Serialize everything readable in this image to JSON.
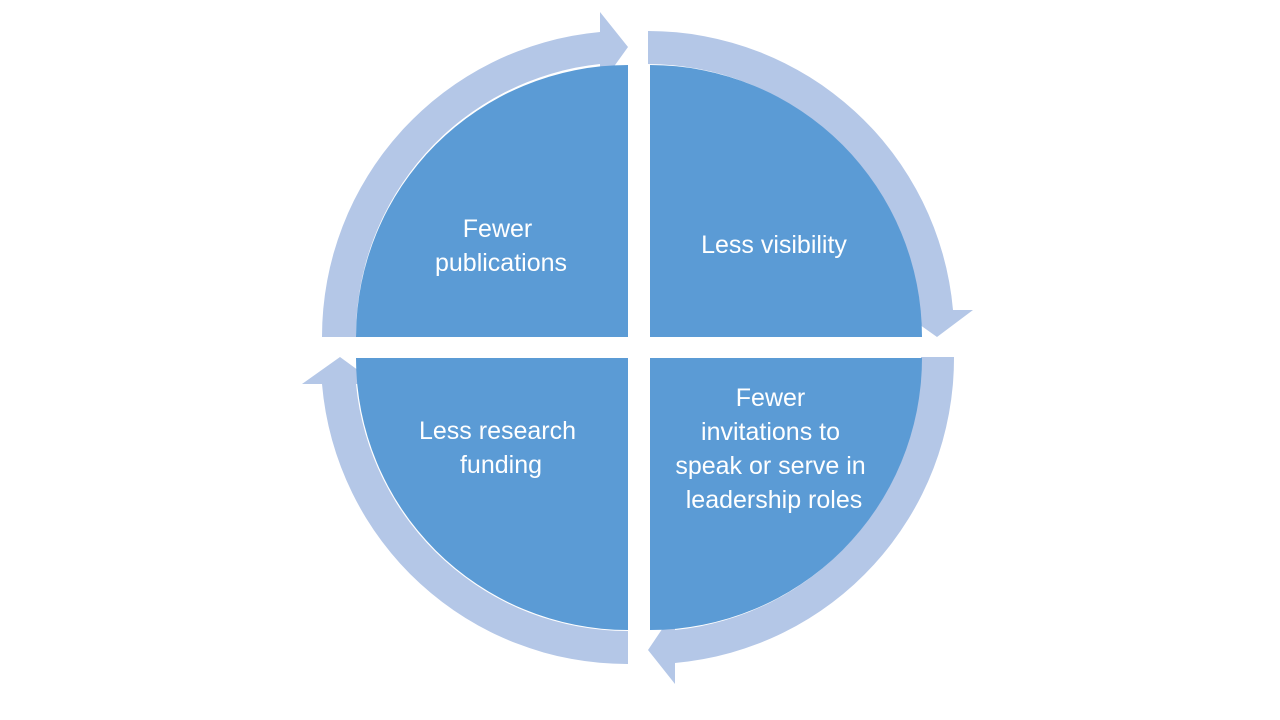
{
  "colors": {
    "background": "#ffffff",
    "segment_fill": "#5b9bd5",
    "arrow_fill": "#b4c7e7",
    "label_text": "#ffffff"
  },
  "quadrants": {
    "top_left": {
      "lines": [
        "Fewer",
        "publications"
      ]
    },
    "top_right": {
      "lines": [
        "Less visibility"
      ]
    },
    "bottom_right": {
      "lines": [
        "Fewer",
        "invitations to",
        "speak or serve in",
        "leadership roles"
      ]
    },
    "bottom_left": {
      "lines": [
        "Less research",
        "funding"
      ]
    }
  },
  "cycle_arrows": [
    {
      "from": "top_left",
      "to": "top_right",
      "icon": "clockwise-arrow-icon"
    },
    {
      "from": "top_right",
      "to": "bottom_right",
      "icon": "clockwise-arrow-icon"
    },
    {
      "from": "bottom_right",
      "to": "bottom_left",
      "icon": "clockwise-arrow-icon"
    },
    {
      "from": "bottom_left",
      "to": "top_left",
      "icon": "clockwise-arrow-icon"
    }
  ]
}
